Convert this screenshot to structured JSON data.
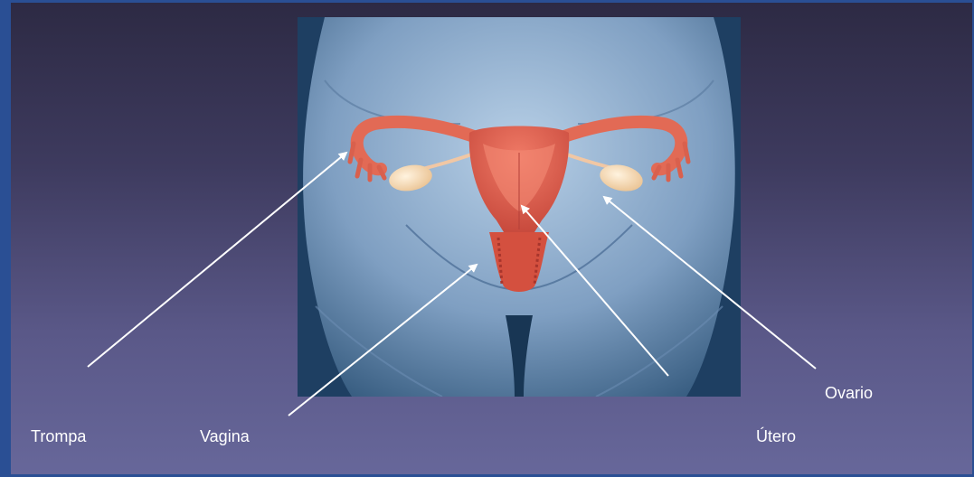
{
  "labels": {
    "trompa": "Trompa",
    "vagina": "Vagina",
    "utero": "Útero",
    "ovario": "Ovario"
  },
  "colors": {
    "slide_border": "#2a4f94",
    "slide_top": "#2d2a44",
    "slide_bottom": "#67679a",
    "label_text": "#ffffff",
    "arrow": "#ffffff",
    "organ": "#e8735e",
    "ovary": "#f4d6b0",
    "body_light": "#a9c4e0",
    "body_dark": "#27496b"
  }
}
